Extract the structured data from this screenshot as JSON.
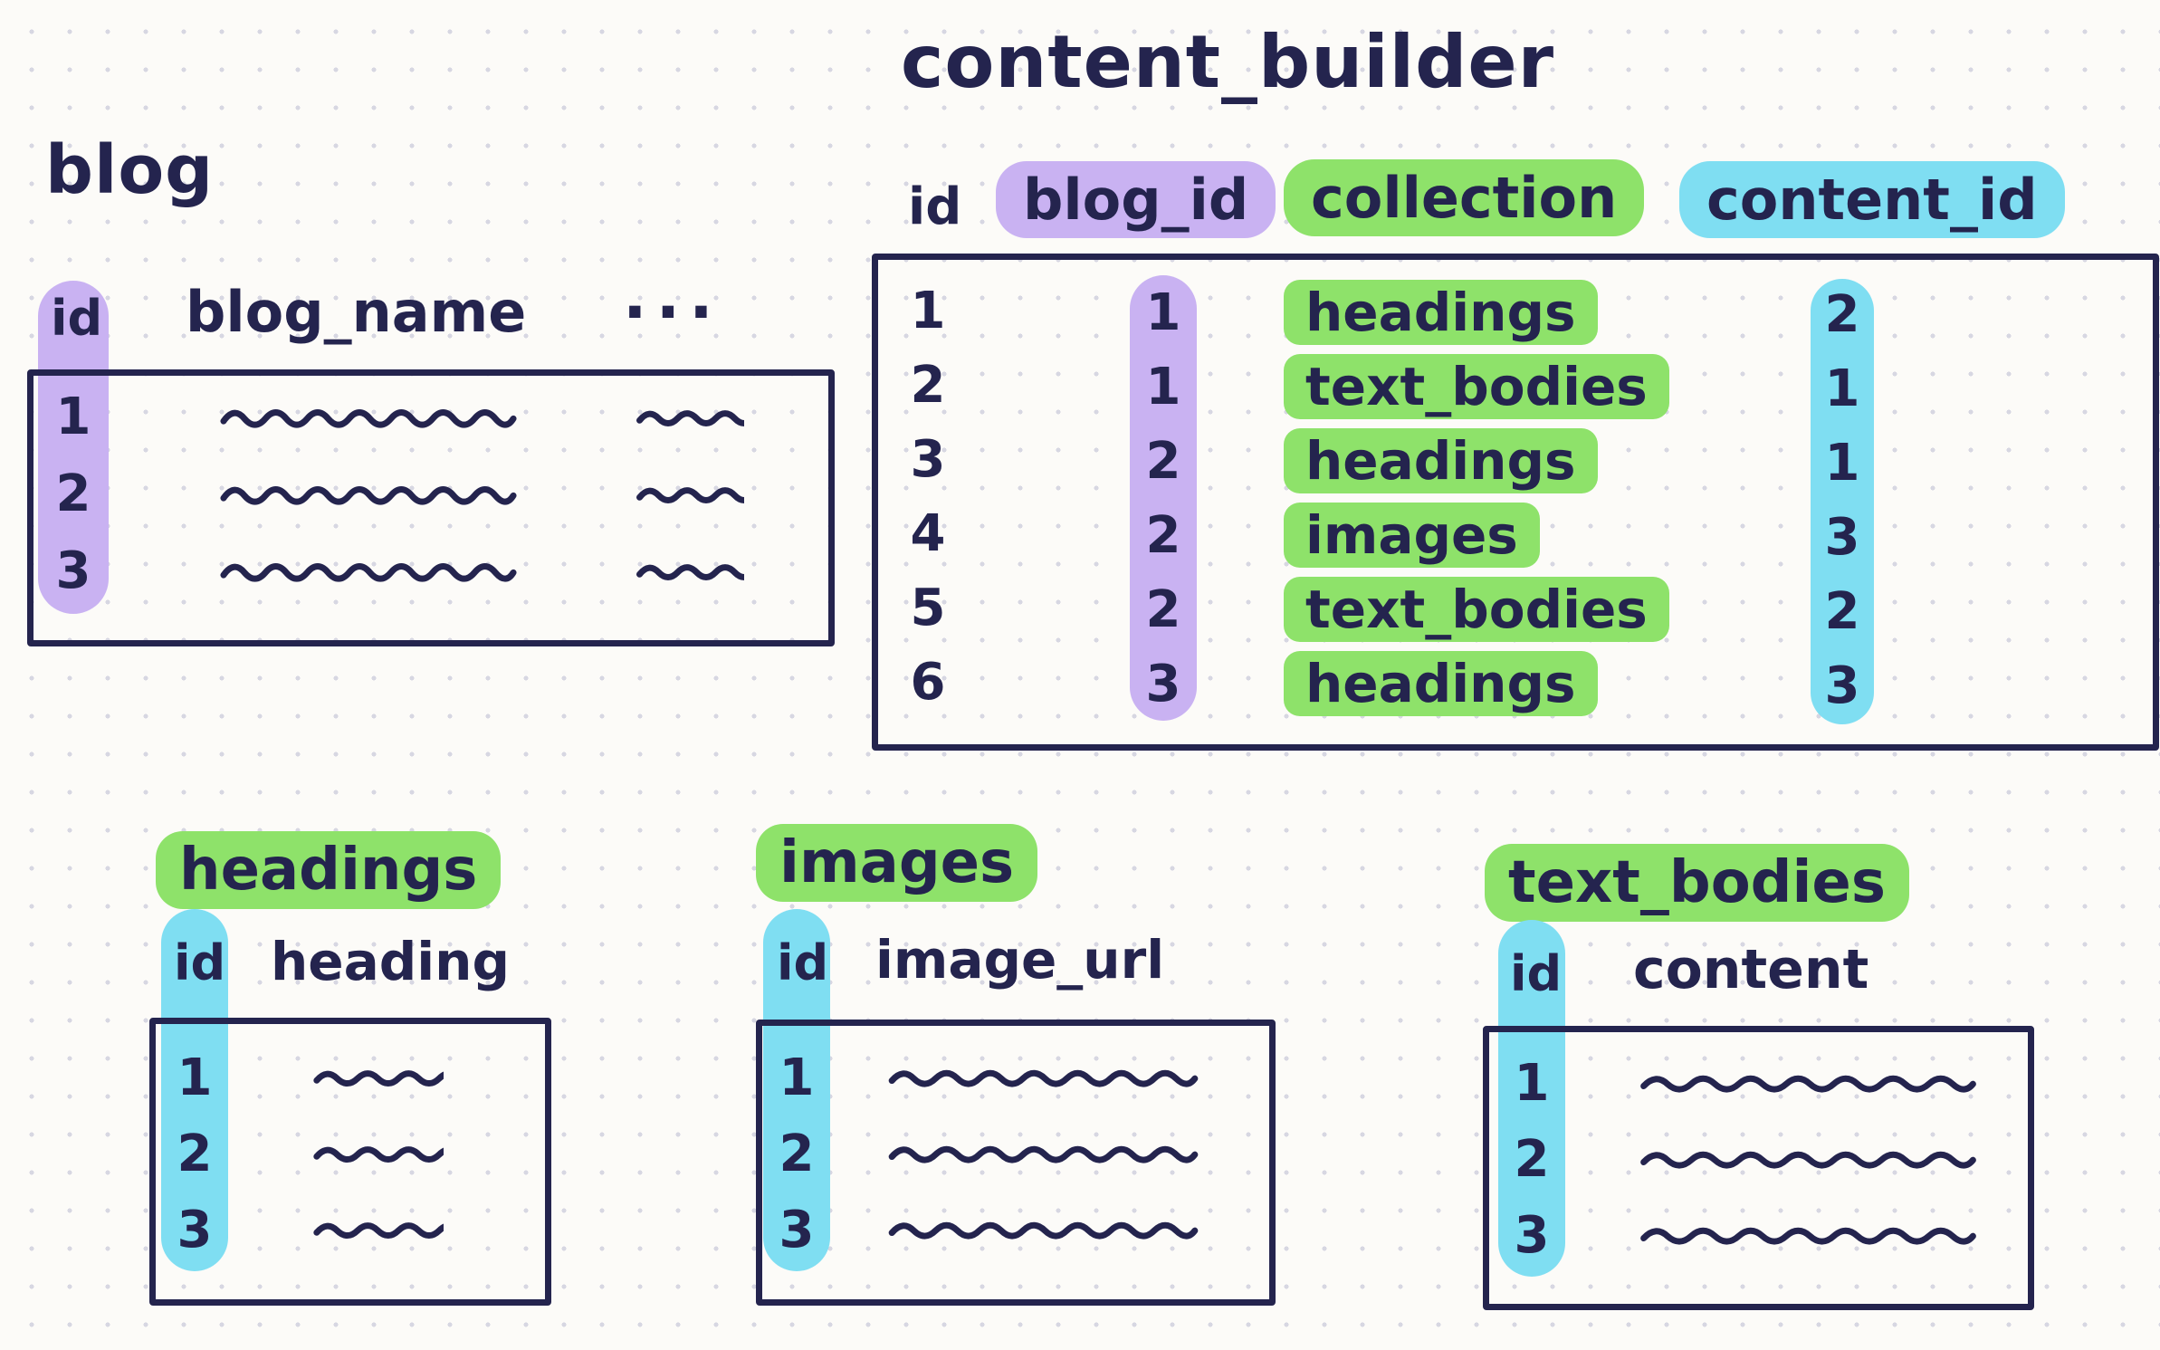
{
  "colors": {
    "ink": "#24244e",
    "purple": "#c9b2f2",
    "green": "#8ee26a",
    "cyan": "#7fdef2",
    "background": "#fcfbf8"
  },
  "blog": {
    "title": "blog",
    "columns": {
      "id": "id",
      "name": "blog_name",
      "more": "..."
    },
    "rows": [
      "1",
      "2",
      "3"
    ]
  },
  "content_builder": {
    "title": "content_builder",
    "columns": {
      "id": "id",
      "blog_id": "blog_id",
      "collection": "collection",
      "content_id": "content_id"
    },
    "rows": [
      {
        "id": "1",
        "blog_id": "1",
        "collection": "headings",
        "content_id": "2"
      },
      {
        "id": "2",
        "blog_id": "1",
        "collection": "text_bodies",
        "content_id": "1"
      },
      {
        "id": "3",
        "blog_id": "2",
        "collection": "headings",
        "content_id": "1"
      },
      {
        "id": "4",
        "blog_id": "2",
        "collection": "images",
        "content_id": "3"
      },
      {
        "id": "5",
        "blog_id": "2",
        "collection": "text_bodies",
        "content_id": "2"
      },
      {
        "id": "6",
        "blog_id": "3",
        "collection": "headings",
        "content_id": "3"
      }
    ]
  },
  "headings": {
    "title": "headings",
    "columns": {
      "id": "id",
      "value": "heading"
    },
    "rows": [
      "1",
      "2",
      "3"
    ]
  },
  "images": {
    "title": "images",
    "columns": {
      "id": "id",
      "value": "image_url"
    },
    "rows": [
      "1",
      "2",
      "3"
    ]
  },
  "text_bodies": {
    "title": "text_bodies",
    "columns": {
      "id": "id",
      "value": "content"
    },
    "rows": [
      "1",
      "2",
      "3"
    ]
  }
}
